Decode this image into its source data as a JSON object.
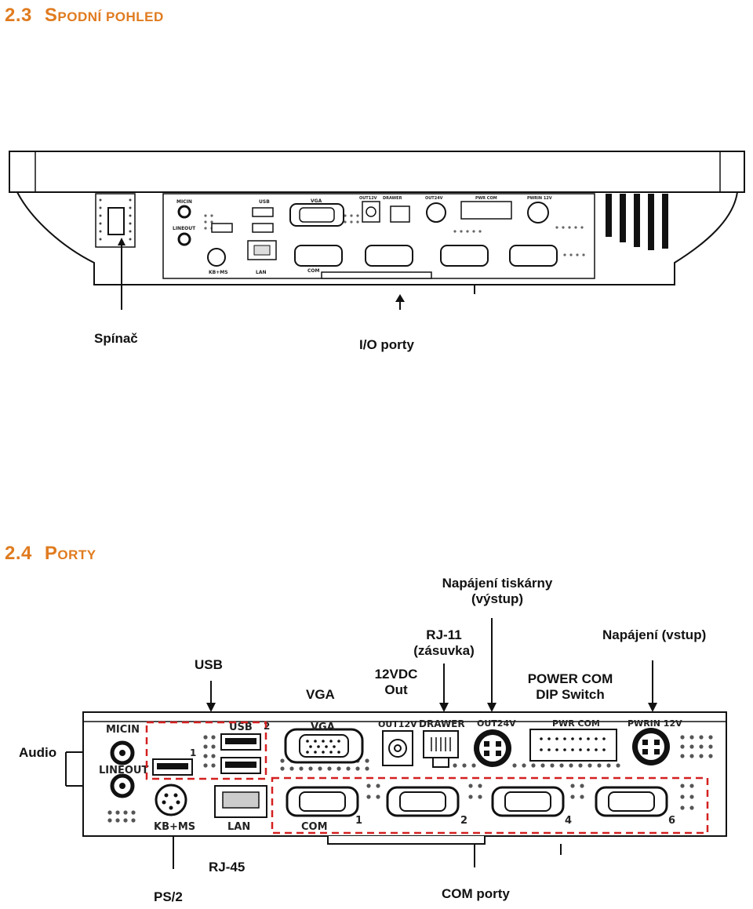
{
  "section1": {
    "number": "2.3",
    "title_first": "S",
    "title_rest": "PODNÍ POHLED",
    "label_switch": "Spínač",
    "label_io": "I/O porty"
  },
  "section2": {
    "number": "2.4",
    "title_first": "P",
    "title_rest": "ORTY",
    "callouts": {
      "usb": "USB",
      "vga": "VGA",
      "out12_line1": "12VDC",
      "out12_line2": "Out",
      "rj11_line1": "RJ-11",
      "rj11_line2": "(zásuvka)",
      "printer_line1": "Napájení tiskárny",
      "printer_line2": "(výstup)",
      "pwrcom_line1": "POWER COM",
      "pwrcom_line2": "DIP Switch",
      "power_in": "Napájení (vstup)",
      "audio": "Audio",
      "rj45": "RJ-45",
      "ps2": "PS/2",
      "com": "COM porty"
    }
  },
  "panel_labels": {
    "micin": "MICIN",
    "lineout": "LINEOUT",
    "usb": "USB",
    "usb_1": "1",
    "usb_2": "2",
    "kbms": "KB+MS",
    "lan": "LAN",
    "vga": "VGA",
    "out12v": "OUT12V",
    "drawer": "DRAWER",
    "out24v": "OUT24V",
    "pwrcom": "PWR COM",
    "pwrin": "PWRIN 12V",
    "com": "COM",
    "com1": "1",
    "com2": "2",
    "com4": "4",
    "com6": "6"
  },
  "colors": {
    "heading": "#e07b1f",
    "highlight_box": "#d42020"
  }
}
